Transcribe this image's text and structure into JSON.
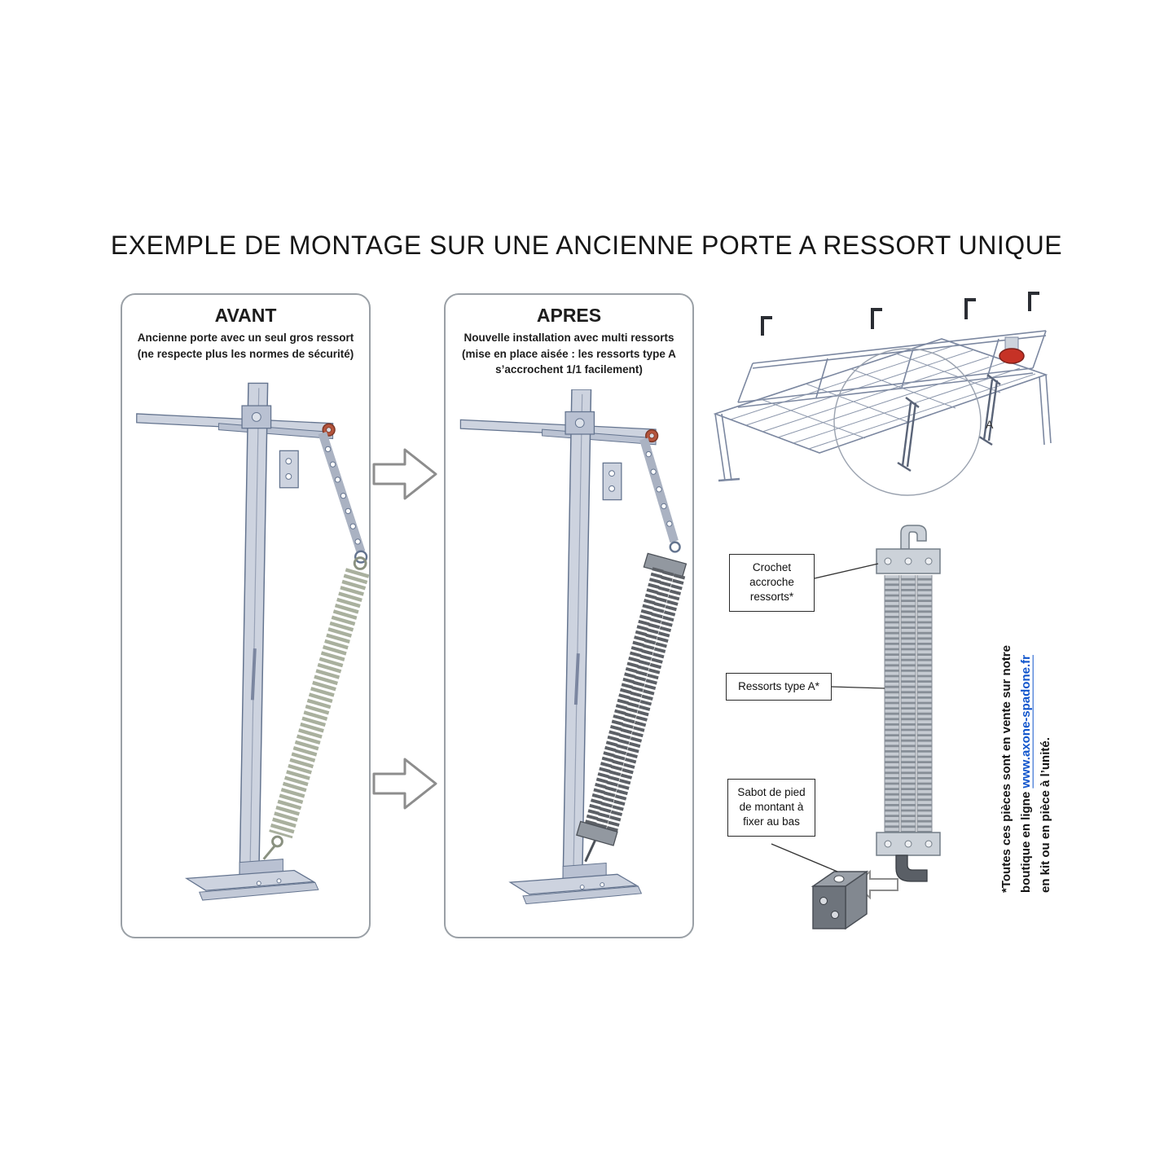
{
  "page": {
    "title": "EXEMPLE DE MONTAGE SUR UNE ANCIENNE PORTE A RESSORT UNIQUE"
  },
  "panels": {
    "before": {
      "heading": "AVANT",
      "line1": "Ancienne porte avec un seul gros ressort",
      "line2": "(ne respecte plus les normes de sécurité)"
    },
    "after": {
      "heading": "APRES",
      "line1": "Nouvelle installation avec multi ressorts",
      "line2": "(mise en place aisée : les ressorts type A",
      "line3": "s’accrochent 1/1 facilement)"
    }
  },
  "labels": {
    "hook": "Crochet accroche ressorts*",
    "springs": "Ressorts type A*",
    "sabot": "Sabot de pied de montant à fixer au bas",
    "detail_marker": "A"
  },
  "note": {
    "line1": "*Toutes ces pièces sont en vente sur notre",
    "line2_prefix": "boutique en ligne ",
    "line2_link": "www.axone-spadone.fr",
    "line3": "en kit ou en pièce à l’unité.",
    "link_color": "#1155CC"
  }
}
